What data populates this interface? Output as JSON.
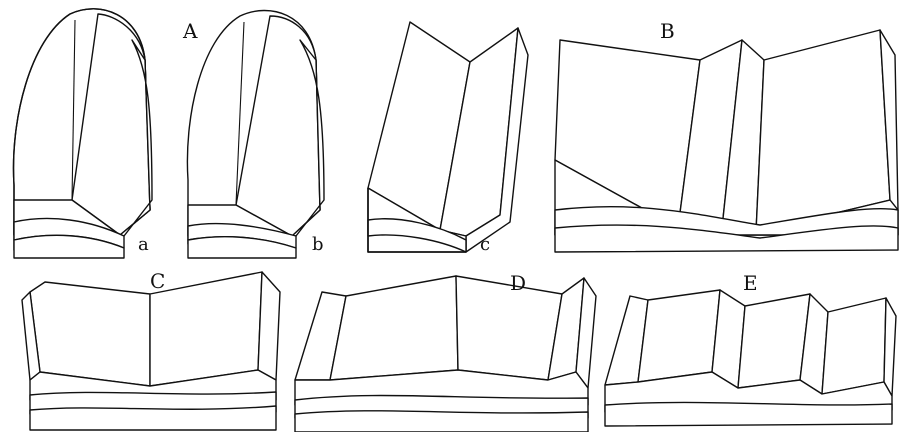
{
  "figure": {
    "panel_labels": {
      "A": "A",
      "B": "B",
      "C": "C",
      "D": "D",
      "E": "E"
    },
    "sub_labels": {
      "a": "a",
      "b": "b",
      "c": "c"
    }
  }
}
